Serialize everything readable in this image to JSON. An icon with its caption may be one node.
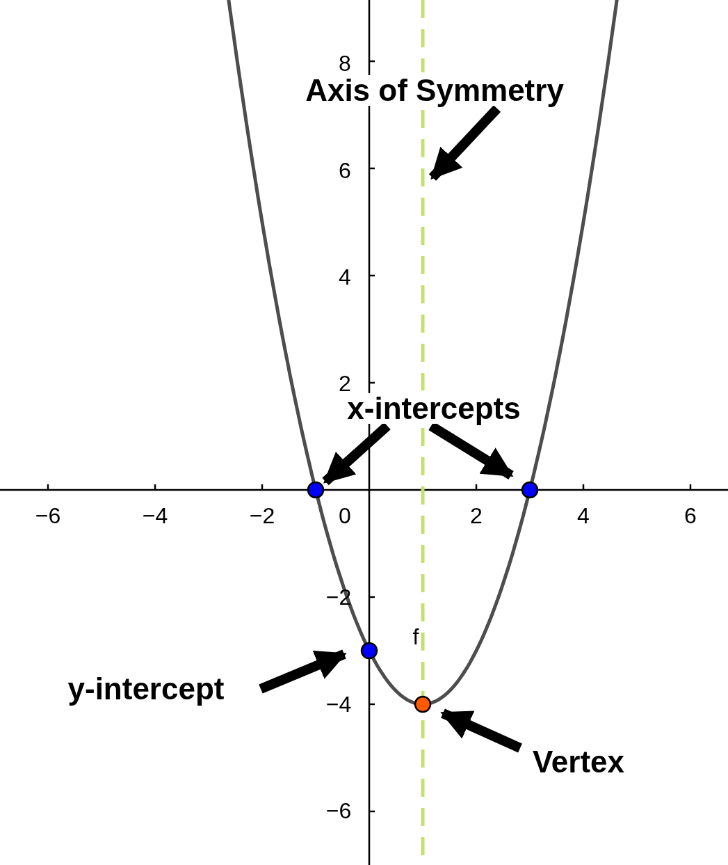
{
  "diagram": {
    "nodes": [
      {
        "text": [
          "Axis of Symmetry"
        ]
      },
      {
        "text": [],
        "shape": "line"
      },
      {
        "text": [
          "x-intercepts"
        ]
      },
      {
        "text": [],
        "shape": "circle"
      },
      {
        "text": [],
        "shape": "circle"
      },
      {
        "text": [
          "y-intercept"
        ]
      },
      {
        "text": [],
        "shape": "circle"
      },
      {
        "text": [
          "Vertex"
        ]
      },
      {
        "text": [],
        "shape": "circle"
      }
    ],
    "edges": [
      {
        "from": 0,
        "to": 1,
        "arrow": "to"
      },
      {
        "from": 2,
        "to": 3,
        "arrow": "to"
      },
      {
        "from": 2,
        "to": 4,
        "arrow": "to"
      },
      {
        "from": 5,
        "to": 6,
        "arrow": "to"
      },
      {
        "from": 7,
        "to": 8,
        "arrow": "to"
      }
    ],
    "labels": [
      "8",
      "6",
      "4",
      "2",
      "−6",
      "−4",
      "−2",
      "0",
      "2",
      "4",
      "6",
      "−2",
      "f",
      "−4",
      "−6"
    ]
  }
}
